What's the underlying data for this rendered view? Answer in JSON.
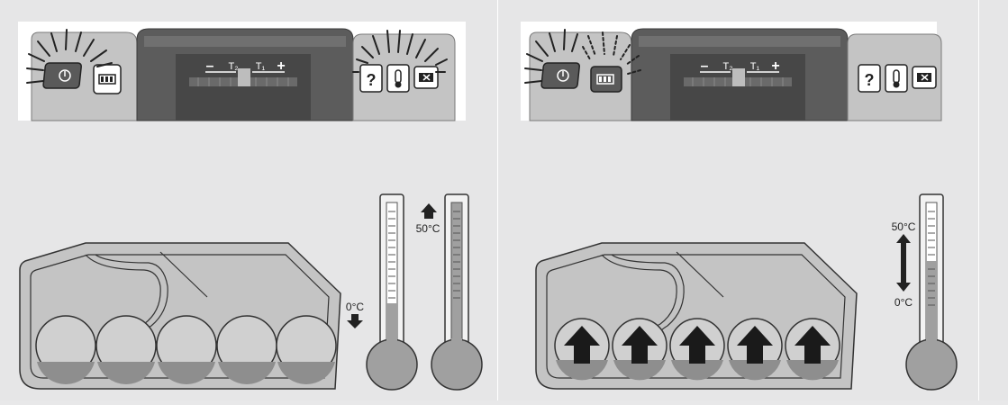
{
  "panels": [
    {
      "charger": {
        "slider_minus": "–",
        "slider_t2": "T₂",
        "slider_t1": "T₁",
        "slider_plus": "+",
        "left_buttons": [
          "power-icon",
          "battery-icon"
        ],
        "left_button_states": [
          "flashing",
          "flashing"
        ],
        "right_buttons": [
          "question-icon",
          "thermometer-icon",
          "battery-error-icon"
        ],
        "right_button_states": [
          "flashing",
          "flashing",
          "flashing"
        ],
        "question_glyph": "?"
      },
      "battery": {
        "cells": 5,
        "cell_state": "low",
        "arrows": false
      },
      "thermometers": [
        {
          "label": "0°C",
          "arrow": "down",
          "level": 0.35
        },
        {
          "label": "50°C",
          "arrow": "up",
          "level": 0.95
        }
      ]
    },
    {
      "charger": {
        "slider_minus": "–",
        "slider_t2": "T₂",
        "slider_t1": "T₁",
        "slider_plus": "+",
        "left_buttons": [
          "power-icon",
          "battery-icon"
        ],
        "left_button_states": [
          "flashing",
          "flashing-dashed"
        ],
        "right_buttons": [
          "question-icon",
          "thermometer-icon",
          "battery-error-icon"
        ],
        "right_button_states": [
          "off",
          "off",
          "off"
        ],
        "question_glyph": "?"
      },
      "battery": {
        "cells": 5,
        "cell_state": "low",
        "arrows": true
      },
      "thermometers": [
        {
          "label_top": "50°C",
          "label_bottom": "0°C",
          "arrow": "both",
          "level": 0.6
        }
      ]
    }
  ],
  "colors": {
    "panel_bg": "#e6e6e7",
    "charger_body": "#c8c8c8",
    "charger_dark": "#5a5a5a",
    "outline": "#333333",
    "mercury": "#a0a0a0"
  }
}
